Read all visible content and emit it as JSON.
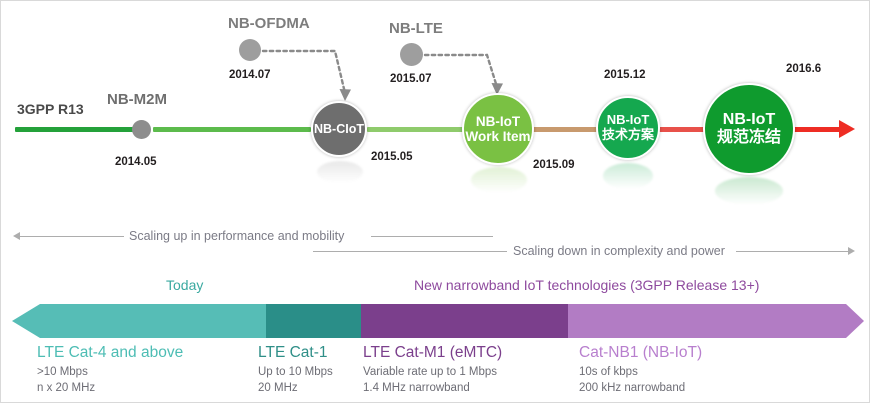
{
  "timeline": {
    "axis_label": "3GPP R13",
    "end_arrow_color": "#ee2d24",
    "segments": [
      {
        "name": "seg-green-dark-1",
        "color": "#24a13a"
      },
      {
        "name": "seg-green-2",
        "color": "#5cbb4c"
      },
      {
        "name": "seg-green-light-3",
        "color": "#8fcb6c"
      },
      {
        "name": "seg-tan-4",
        "color": "#c89a6e"
      },
      {
        "name": "seg-red-5",
        "color": "#e8514a"
      }
    ],
    "nodes": [
      {
        "id": "nb-m2m",
        "label": "NB-M2M",
        "date": "2014.05",
        "kind": "dot",
        "color": "#8d8d8d",
        "text": ""
      },
      {
        "id": "nb-ciot",
        "label": "",
        "date": "2015.05",
        "kind": "circle",
        "color": "#6e6e6e",
        "text": "NB-CIoT"
      },
      {
        "id": "nb-iot-work-item",
        "label": "",
        "date": "2015.09",
        "kind": "circle",
        "color": "#7ac143",
        "text_line1": "NB-IoT",
        "text_line2": "Work Item"
      },
      {
        "id": "nb-iot-tech-scheme",
        "label": "",
        "date": "2015.12",
        "kind": "circle",
        "color": "#15a84f",
        "text_line1": "NB-IoT",
        "text_line2": "技术方案"
      },
      {
        "id": "nb-iot-spec-freeze",
        "label": "",
        "date": "2016.6",
        "kind": "circle",
        "color": "#0f9b2e",
        "text_line1": "NB-IoT",
        "text_line2": "规范冻结"
      }
    ],
    "callouts": [
      {
        "id": "nb-ofdma",
        "label": "NB-OFDMA",
        "date": "2014.07",
        "color": "#9e9e9e"
      },
      {
        "id": "nb-lte",
        "label": "NB-LTE",
        "date": "2015.07",
        "color": "#9e9e9e"
      }
    ]
  },
  "scaling": {
    "up_text": "Scaling up in performance and mobility",
    "down_text": "Scaling down in complexity and power"
  },
  "band": {
    "headers": [
      {
        "id": "today",
        "text": "Today",
        "color": "#3aa9a0"
      },
      {
        "id": "new-nb-iot",
        "text": "New narrowband IoT technologies (3GPP Release 13+)",
        "color": "#8e4a9e"
      }
    ],
    "segments": [
      {
        "id": "lte-cat4",
        "fill": "#56bdb6"
      },
      {
        "id": "lte-cat1",
        "fill": "#2a8e88"
      },
      {
        "id": "lte-cat-m1",
        "fill": "#7b3f8c"
      },
      {
        "id": "cat-nb1",
        "fill": "#b27cc4"
      }
    ],
    "entries": [
      {
        "id": "lte-cat4",
        "title": "LTE Cat-4 and above",
        "title_color": "#4dbdb4",
        "sub1": ">10 Mbps",
        "sub2": "n x 20 MHz"
      },
      {
        "id": "lte-cat1",
        "title": "LTE Cat-1",
        "title_color": "#2f8f88",
        "sub1": "Up to 10 Mbps",
        "sub2": "20 MHz"
      },
      {
        "id": "lte-cat-m1",
        "title": "LTE Cat-M1 (eMTC)",
        "title_color": "#7b3f8c",
        "sub1": "Variable rate up to 1 Mbps",
        "sub2": "1.4 MHz narrowband"
      },
      {
        "id": "cat-nb1",
        "title": "Cat-NB1 (NB-IoT)",
        "title_color": "#b87fce",
        "sub1": "10s of kbps",
        "sub2": "200 kHz narrowband"
      }
    ]
  }
}
